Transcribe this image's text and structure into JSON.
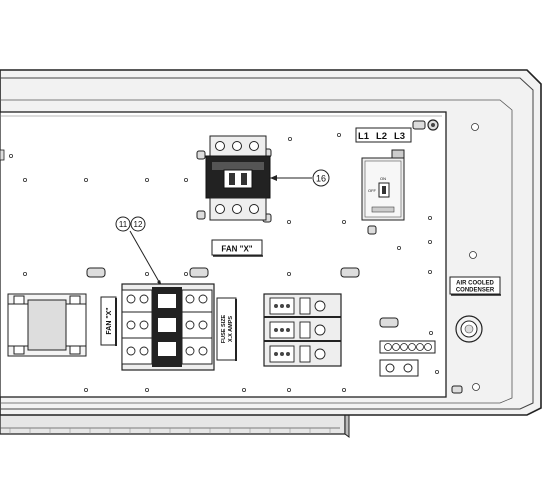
{
  "callouts": {
    "c16": "16",
    "c11": "11",
    "c12": "12"
  },
  "labels": {
    "phases": [
      "L1",
      "L2",
      "L3"
    ],
    "fan_top": "FAN \"X\"",
    "fan_side": "FAN \"X\"",
    "fuse_line1": "FUSE SIZE",
    "fuse_line2": "X.X AMPS",
    "air_cooled_line1": "AIR COOLED",
    "air_cooled_line2": "CONDENSER",
    "switch_on": "ON",
    "switch_off": "OFF"
  }
}
